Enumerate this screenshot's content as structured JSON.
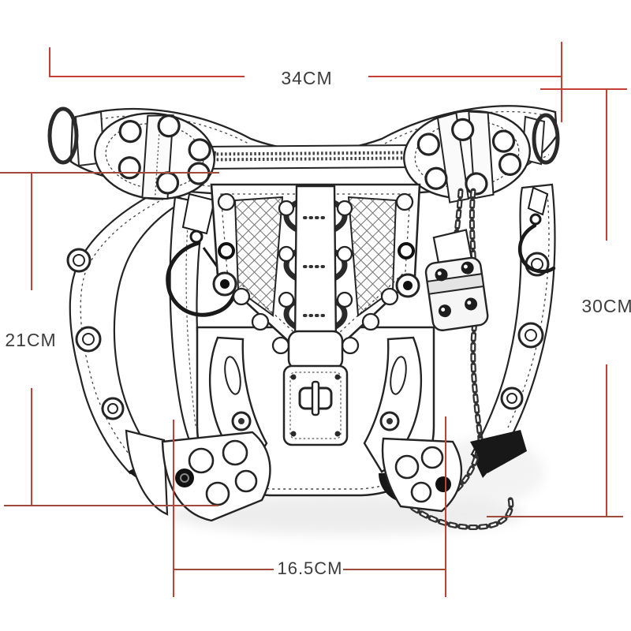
{
  "illustration": {
    "name": "steampunk-waist-bag-line-drawing",
    "description": "Black-and-white sketch of a steampunk leather waist / leg bag with riveted belt pads, D-rings, zipper, buckled front flap, twist lock, studded straps and hanging chains"
  },
  "measurements": {
    "top_width": "34CM",
    "right_height": "30CM",
    "left_height": "21CM",
    "bottom_width": "16.5CM"
  },
  "colors": {
    "dimension_bright_red": "#c63f35",
    "dimension_dark_red": "#a04a3c",
    "label_text": "#3d3d3d",
    "background": "#ffffff",
    "ink": "#242424"
  }
}
